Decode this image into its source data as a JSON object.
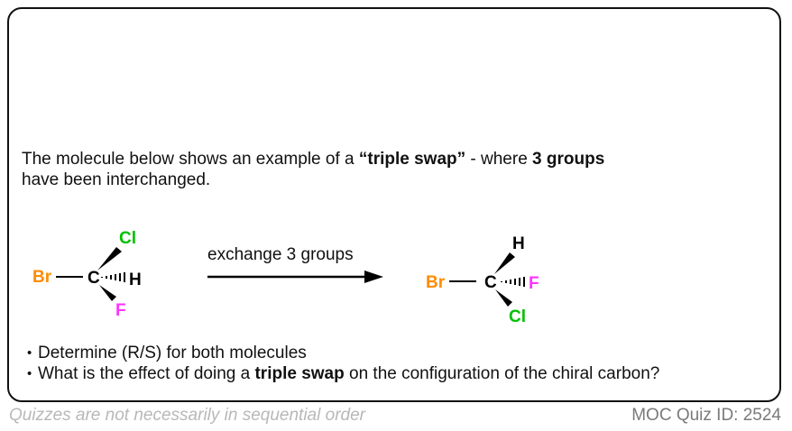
{
  "intro": {
    "part1": "The molecule below shows an example of a ",
    "bold1": "“triple swap”",
    "part2": " - where ",
    "bold2": "3 groups",
    "part3": " have been interchanged."
  },
  "scheme": {
    "arrow_label": "exchange 3 groups",
    "left_molecule": {
      "center": "C",
      "left": "Br",
      "wedge_up": "Cl",
      "hash_right": "H",
      "wedge_down": "F"
    },
    "right_molecule": {
      "center": "C",
      "left": "Br",
      "wedge_up": "H",
      "hash_right": "F",
      "wedge_down": "Cl"
    }
  },
  "colors": {
    "Br": "#ff8c00",
    "Cl": "#00c000",
    "F": "#ff33ff",
    "H": "#000000",
    "C": "#000000"
  },
  "bullets": {
    "b1": "Determine (R/S) for both molecules",
    "b2_part1": "What is the effect of doing a ",
    "b2_bold": "triple swap",
    "b2_part2": " on the configuration of the chiral carbon?"
  },
  "footer": {
    "note": "Quizzes are not necessarily in sequential order",
    "quiz_id": "MOC Quiz ID: 2524"
  }
}
